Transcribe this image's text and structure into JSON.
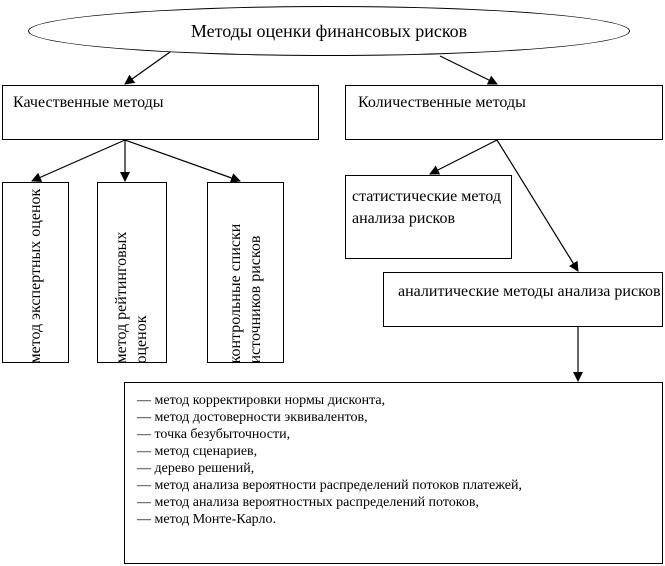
{
  "root": {
    "label": "Методы оценки финансовых рисков"
  },
  "qualitative": {
    "label": "Качественные методы",
    "children": [
      "метод экспертных оценок",
      "метод рейтинговых оценок",
      "контрольные списки источников рисков"
    ]
  },
  "quantitative": {
    "label": "Количественные методы",
    "statistical": "статистические метод анализа рисков",
    "analytical": "аналитические методы анализа рисков"
  },
  "analytical_methods": [
    "— метод корректировки нормы дисконта,",
    "— метод достоверности эквивалентов,",
    "— точка безубыточности,",
    "— метод сценариев,",
    "— дерево решений,",
    "— метод анализа вероятности распределений потоков платежей,",
    "— метод анализа вероятностных распределений потоков,",
    "— метод Монте-Карло."
  ]
}
